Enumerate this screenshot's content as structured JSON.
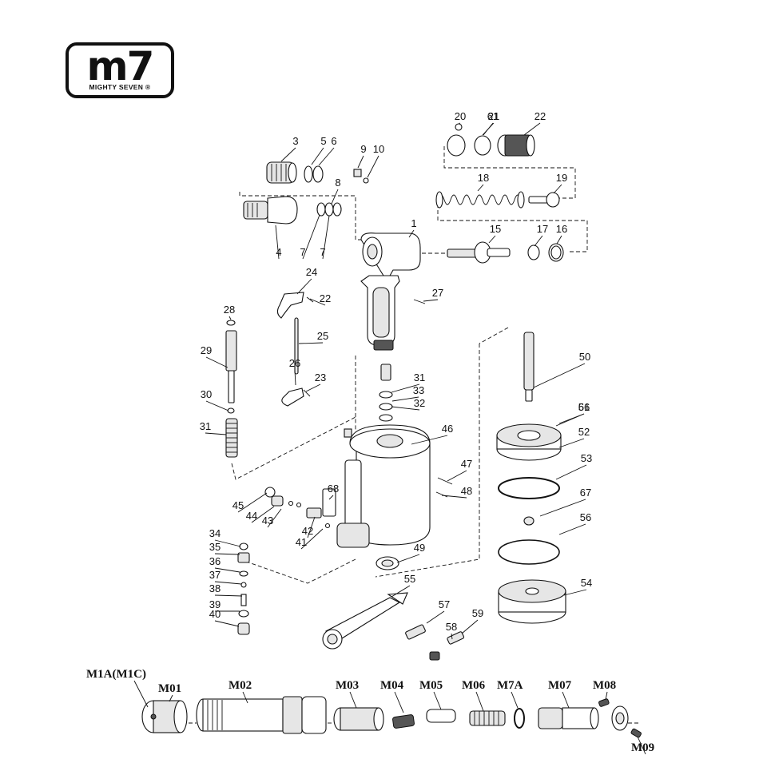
{
  "logo": {
    "mark": "m7",
    "tagline": "MIGHTY SEVEN",
    "registered": "®"
  },
  "callouts": [
    "1",
    "3",
    "4",
    "5",
    "6",
    "7",
    "7",
    "8",
    "9",
    "10",
    "15",
    "16",
    "17",
    "18",
    "19",
    "20",
    "21",
    "22",
    "22",
    "23",
    "24",
    "25",
    "26",
    "27",
    "28",
    "29",
    "30",
    "31",
    "31",
    "32",
    "33",
    "34",
    "35",
    "36",
    "37",
    "38",
    "39",
    "40",
    "41",
    "42",
    "43",
    "44",
    "45",
    "46",
    "47",
    "48",
    "49",
    "50",
    "51",
    "52",
    "53",
    "54",
    "55",
    "56",
    "57",
    "58",
    "59",
    "61",
    "66",
    "67",
    "68"
  ],
  "accessory_labels": [
    "M1A(M1C)",
    "M01",
    "M02",
    "M03",
    "M04",
    "M05",
    "M06",
    "M7A",
    "M07",
    "M08",
    "M09"
  ]
}
